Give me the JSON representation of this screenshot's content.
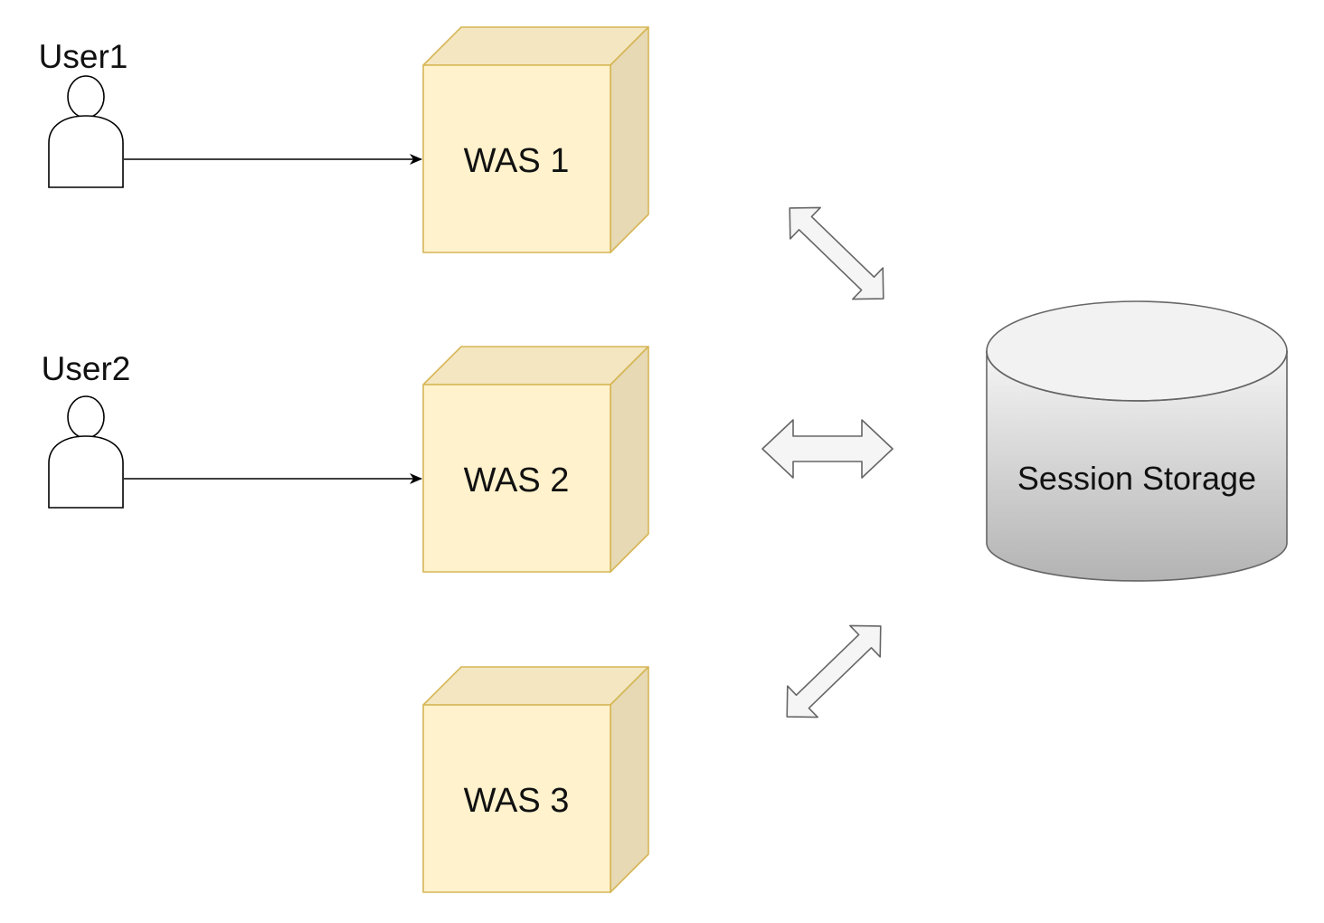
{
  "diagram": {
    "users": [
      {
        "id": "user1",
        "label": "User1"
      },
      {
        "id": "user2",
        "label": "User2"
      }
    ],
    "servers": [
      {
        "id": "was1",
        "label": "WAS 1"
      },
      {
        "id": "was2",
        "label": "WAS 2"
      },
      {
        "id": "was3",
        "label": "WAS 3"
      }
    ],
    "storage": {
      "label": "Session Storage"
    },
    "connections": [
      {
        "from": "user1",
        "to": "was1",
        "style": "arrow"
      },
      {
        "from": "user2",
        "to": "was2",
        "style": "arrow"
      },
      {
        "from": "was1",
        "to": "storage",
        "style": "double-arrow"
      },
      {
        "from": "was2",
        "to": "storage",
        "style": "double-arrow"
      },
      {
        "from": "was3",
        "to": "storage",
        "style": "double-arrow"
      }
    ],
    "colors": {
      "cube_front": "#fff2cc",
      "cube_top": "#f3e6c0",
      "cube_side": "#e6d9b3",
      "cube_stroke": "#d6b656",
      "storage_stroke": "#666666",
      "storage_gradient_top": "#f5f5f5",
      "storage_gradient_bottom": "#b3b3b3",
      "arrow_fill": "#f5f5f5",
      "arrow_stroke": "#666666",
      "line": "#000000"
    },
    "icons": [
      "actor-icon",
      "cube-node-icon",
      "cylinder-storage-icon",
      "double-arrow-icon"
    ]
  }
}
